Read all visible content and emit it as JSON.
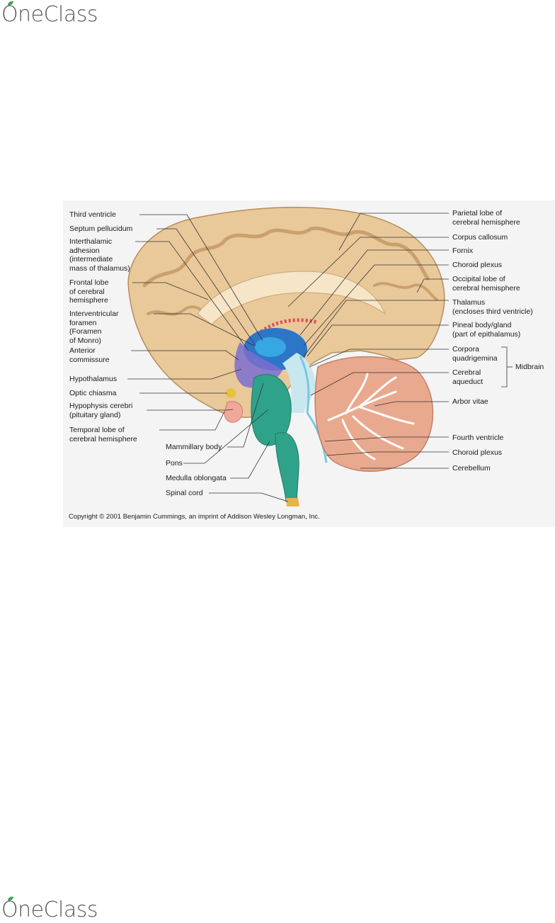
{
  "brand": {
    "name": "OneClass",
    "leaf_color": "#3fa34d",
    "text_color": "#555a5f"
  },
  "figure": {
    "copyright": "Copyright © 2001 Benjamin Cummings, an imprint of Addison Wesley Longman, Inc.",
    "left_labels": [
      "Third ventricle",
      "Septum pellucidum",
      "Interthalamic\nadhesion\n(intermediate\nmass of thalamus)",
      "Frontal lobe\nof cerebral\nhemisphere",
      "Interventricular\nforamen\n(Foramen\nof Monro)",
      "Anterior\ncommissure",
      "Hypothalamus",
      "Optic chiasma",
      "Hypophysis cerebri\n(pituitary gland)",
      "Temporal lobe of\ncerebral hemisphere"
    ],
    "bottom_labels": [
      "Mammillary body",
      "Pons",
      "Medulla oblongata",
      "Spinal cord"
    ],
    "right_labels": [
      "Parietal lobe of\ncerebral hemisphere",
      "Corpus callosum",
      "Fornix",
      "Choroid plexus",
      "Occipital lobe of\ncerebral hemisphere",
      "Thalamus\n(encloses third ventricle)",
      "Pineal body/gland\n(part of epithalamus)",
      "Corpora\nquadrigemina",
      "Cerebral\naqueduct",
      "Arbor vitae",
      "Fourth ventricle",
      "Choroid plexus",
      "Cerebellum"
    ],
    "group_label": "Midbrain"
  }
}
